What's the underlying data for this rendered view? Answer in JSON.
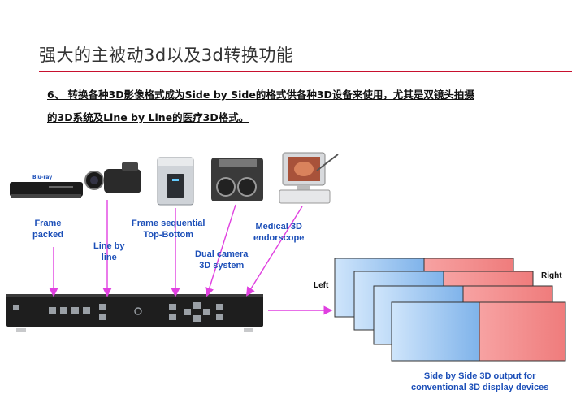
{
  "header": {
    "title": "强大的主被动3d以及3d转换功能",
    "desc_line1": "6、 转换各种3D影像格式成为Side by Side的格式供各种3D设备来使用，尤其是双镜头拍摄",
    "desc_line2": "的3D系统及Line by Line的医疗3D格式。"
  },
  "sources": [
    {
      "label_l1": "Frame",
      "label_l2": "packed",
      "icon": "bluray-player-icon"
    },
    {
      "label_l1": "Line by",
      "label_l2": "line",
      "icon": "hd-camcorder-icon"
    },
    {
      "label_l1": "Frame sequential",
      "label_l2": "Top-Bottom",
      "icon": "pc-tower-icon"
    },
    {
      "label_l1": "Dual camera",
      "label_l2": "3D system",
      "icon": "dual-camera-icon"
    },
    {
      "label_l1": "Medical 3D",
      "label_l2": "endorscope",
      "icon": "endoscope-monitor-icon"
    }
  ],
  "output": {
    "left_label": "Left",
    "right_label": "Right",
    "caption_l1": "Side by Side 3D output for",
    "caption_l2": "conventional 3D display devices"
  },
  "colors": {
    "accent_rule": "#c8102e",
    "label_blue": "#1c4fb8",
    "arrow_magenta": "#e040e0",
    "frame_blue": "#9cc8f0",
    "frame_red": "#f28a8a"
  }
}
